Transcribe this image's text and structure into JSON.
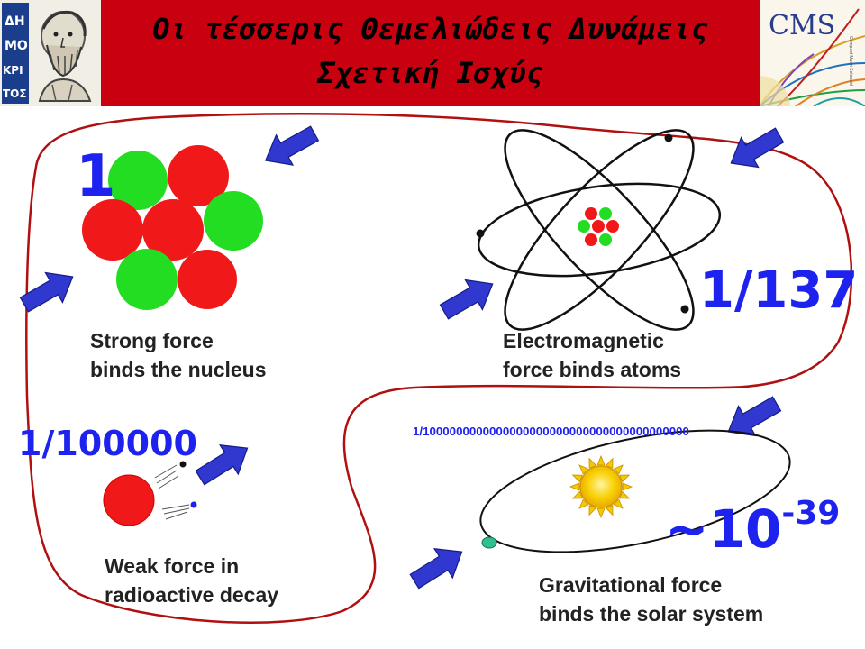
{
  "header": {
    "title_line1": "Οι τέσσερις Θεμελιώδεις Δυνάμεις",
    "title_line2": "Σχετική Ισχύς",
    "bg_color": "#c8000f"
  },
  "logos": {
    "left_text": [
      "ΔΗ",
      "ΜΟ",
      "ΚΡΙ",
      "ΤΟΣ"
    ],
    "right_text": "CMS",
    "right_subtext": "Compact Muon Solenoid"
  },
  "forces": {
    "strong": {
      "caption_line1": "Strong force",
      "caption_line2": "binds the nucleus",
      "strength": "1"
    },
    "electromagnetic": {
      "caption_line1": "Electromagnetic",
      "caption_line2": "force binds atoms",
      "strength": "1/137"
    },
    "weak": {
      "caption_line1": "Weak force in",
      "caption_line2": "radioactive decay",
      "strength": "1/100000"
    },
    "gravitational": {
      "caption_line1": "Gravitational force",
      "caption_line2": "binds the solar system",
      "strength_long": "1/1000000000000000000000000000000000000000",
      "strength_approx_base": "~10",
      "strength_approx_exp": "-39"
    }
  },
  "colors": {
    "proton": "#f01818",
    "neutron": "#22dd22",
    "arrow": "#3038d0",
    "outline": "#b01010",
    "number": "#1e22ee",
    "sun": "#f5c800"
  }
}
